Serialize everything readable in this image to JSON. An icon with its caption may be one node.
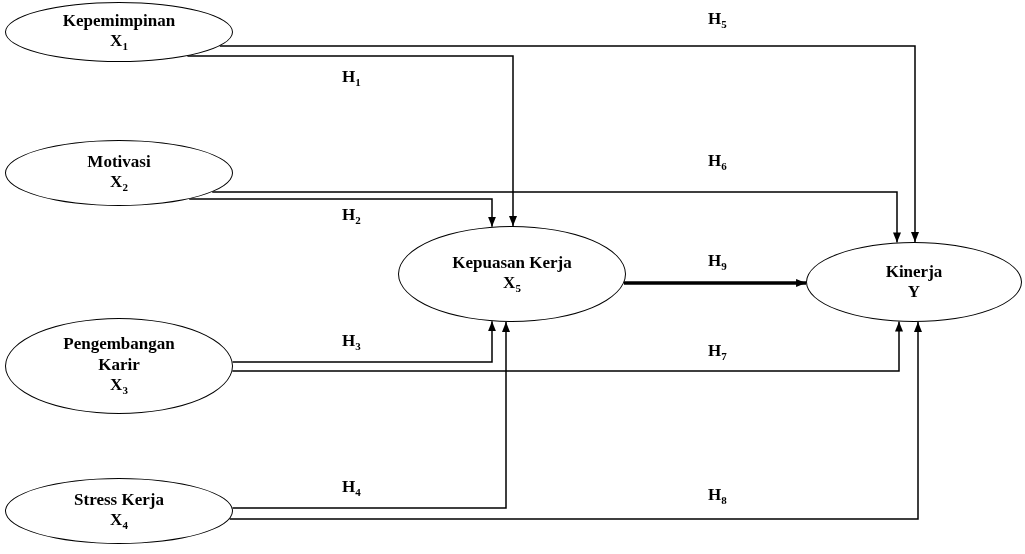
{
  "diagram": {
    "nodes": [
      {
        "text": [
          "Kepemimpinan",
          "X$_{1}$"
        ]
      },
      {
        "text": [
          "Motivasi",
          "X$_{2}$"
        ]
      },
      {
        "text": [
          "Pengembangan Karir",
          "X$_{3}$"
        ]
      },
      {
        "text": [
          "Stress Kerja",
          "X$_{4}$"
        ]
      },
      {
        "text": [
          "Kepuasan Kerja",
          "X$_{5}$"
        ]
      },
      {
        "text": [
          "Kinerja",
          "Y"
        ]
      }
    ],
    "edges": [
      {
        "from": 0,
        "to": 4,
        "arrow": "to",
        "label": "H$_{1}$"
      },
      {
        "from": 1,
        "to": 4,
        "arrow": "to",
        "label": "H$_{2}$"
      },
      {
        "from": 2,
        "to": 4,
        "arrow": "to",
        "label": "H$_{3}$"
      },
      {
        "from": 3,
        "to": 4,
        "arrow": "to",
        "label": "H$_{4}$"
      },
      {
        "from": 0,
        "to": 5,
        "arrow": "to",
        "label": "H$_{5}$"
      },
      {
        "from": 1,
        "to": 5,
        "arrow": "to",
        "label": "H$_{6}$"
      },
      {
        "from": 2,
        "to": 5,
        "arrow": "to",
        "label": "H$_{7}$"
      },
      {
        "from": 3,
        "to": 5,
        "arrow": "to",
        "label": "H$_{8}$"
      },
      {
        "from": 4,
        "to": 5,
        "arrow": "to",
        "label": "H$_{9}$",
        "style": "thick"
      }
    ]
  }
}
